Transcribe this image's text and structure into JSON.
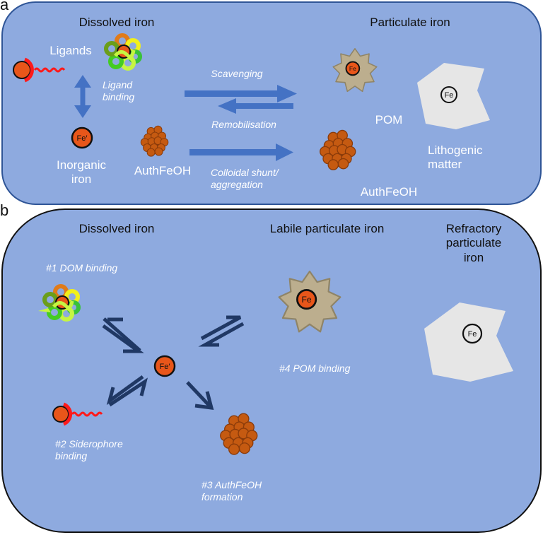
{
  "panel_a": {
    "letter": "a",
    "headers": {
      "dissolved": "Dissolved iron",
      "particulate": "Particulate iron"
    },
    "labels": {
      "ligands": "Ligands",
      "ligand_binding": [
        "Ligand",
        "binding"
      ],
      "inorganic_iron": [
        "Inorganic",
        "iron"
      ],
      "authfeoh_left": "AuthFeOH",
      "scavenging": "Scavenging",
      "remobilisation": "Remobilisation",
      "colloidal": [
        "Colloidal shunt/",
        "aggregation"
      ],
      "pom": "POM",
      "lithogenic": [
        "Lithogenic",
        "matter"
      ],
      "authfeoh_right": "AuthFeOH"
    }
  },
  "panel_b": {
    "letter": "b",
    "headers": {
      "dissolved": "Dissolved iron",
      "labile": "Labile particulate iron",
      "refractory": [
        "Refractory",
        "particulate",
        "iron"
      ]
    },
    "labels": {
      "dom": "#1 DOM binding",
      "siderophore": [
        "#2 Siderophore",
        "binding"
      ],
      "authfeoh": [
        "#3 AuthFeOH",
        "formation"
      ],
      "pom": "#4 POM binding"
    }
  },
  "symbols": {
    "fe": "Fe",
    "fe_prime": "Fe′"
  },
  "colors": {
    "panel_fill": "#8eaadf",
    "panel_a_border": "#2f5597",
    "panel_b_border": "#111111",
    "arrow_a": "#4472c4",
    "arrow_b": "#203864",
    "fe_orange": "#e8561a",
    "authfeoh": "#c55a11",
    "pom": "#bcae8e",
    "lithogenic": "#e6e6e6",
    "siderophore": "#ff1a1a"
  }
}
